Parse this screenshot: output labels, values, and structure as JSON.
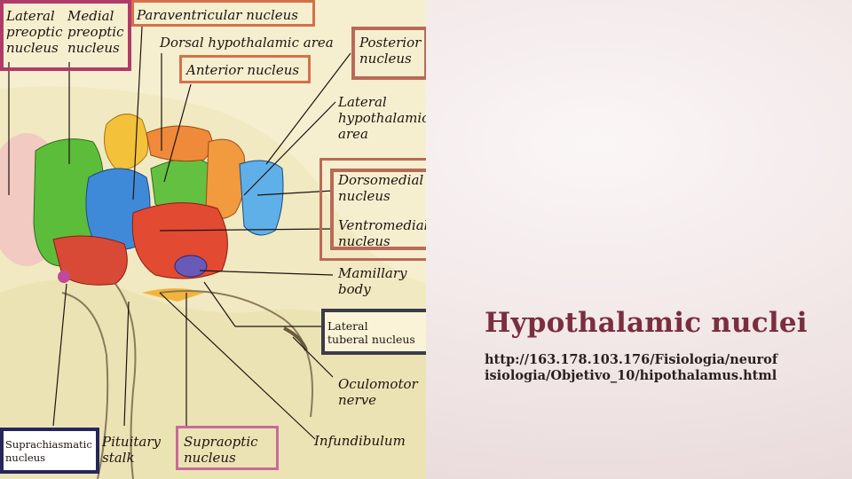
{
  "figure": {
    "labels": {
      "lateral_preoptic": "Lateral\npreoptic\nnucleus",
      "medial_preoptic": "Medial\npreoptic\nnucleus",
      "paraventricular": "Paraventricular nucleus",
      "dorsal_hypothalamic": "Dorsal hypothalamic area",
      "anterior": "Anterior nucleus",
      "posterior": "Posterior\nnucleus",
      "lateral_hypothalamic": "Lateral\nhypothalamic\narea",
      "dorsomedial": "Dorsomedial\nnucleus",
      "ventromedial": "Ventromedial\nnucleus",
      "mamillary": "Mamillary\nbody",
      "lateral_tuberal": "Lateral\ntuberal nucleus",
      "oculomotor": "Oculomotor\nnerve",
      "suprachiasmatic": "Suprachiasmatic\nnucleus",
      "pituitary": "Pituitary\nstalk",
      "supraoptic": "Supraoptic\nnucleus",
      "infundibulum": "Infundibulum"
    }
  },
  "slide": {
    "title": "Hypothalamic nuclei",
    "link": "http://163.178.103.176/Fisiologia/neurof\nisiologia/Objetivo_10/hipothalamus.html"
  },
  "colors": {
    "title": "#7a2e3e",
    "box_magenta": "#b03a6a",
    "box_orange": "#d4714a",
    "box_brown": "#b86a58",
    "box_dark": "#3c3c48",
    "box_navy": "#26265a",
    "box_pink": "#c76a9a"
  }
}
